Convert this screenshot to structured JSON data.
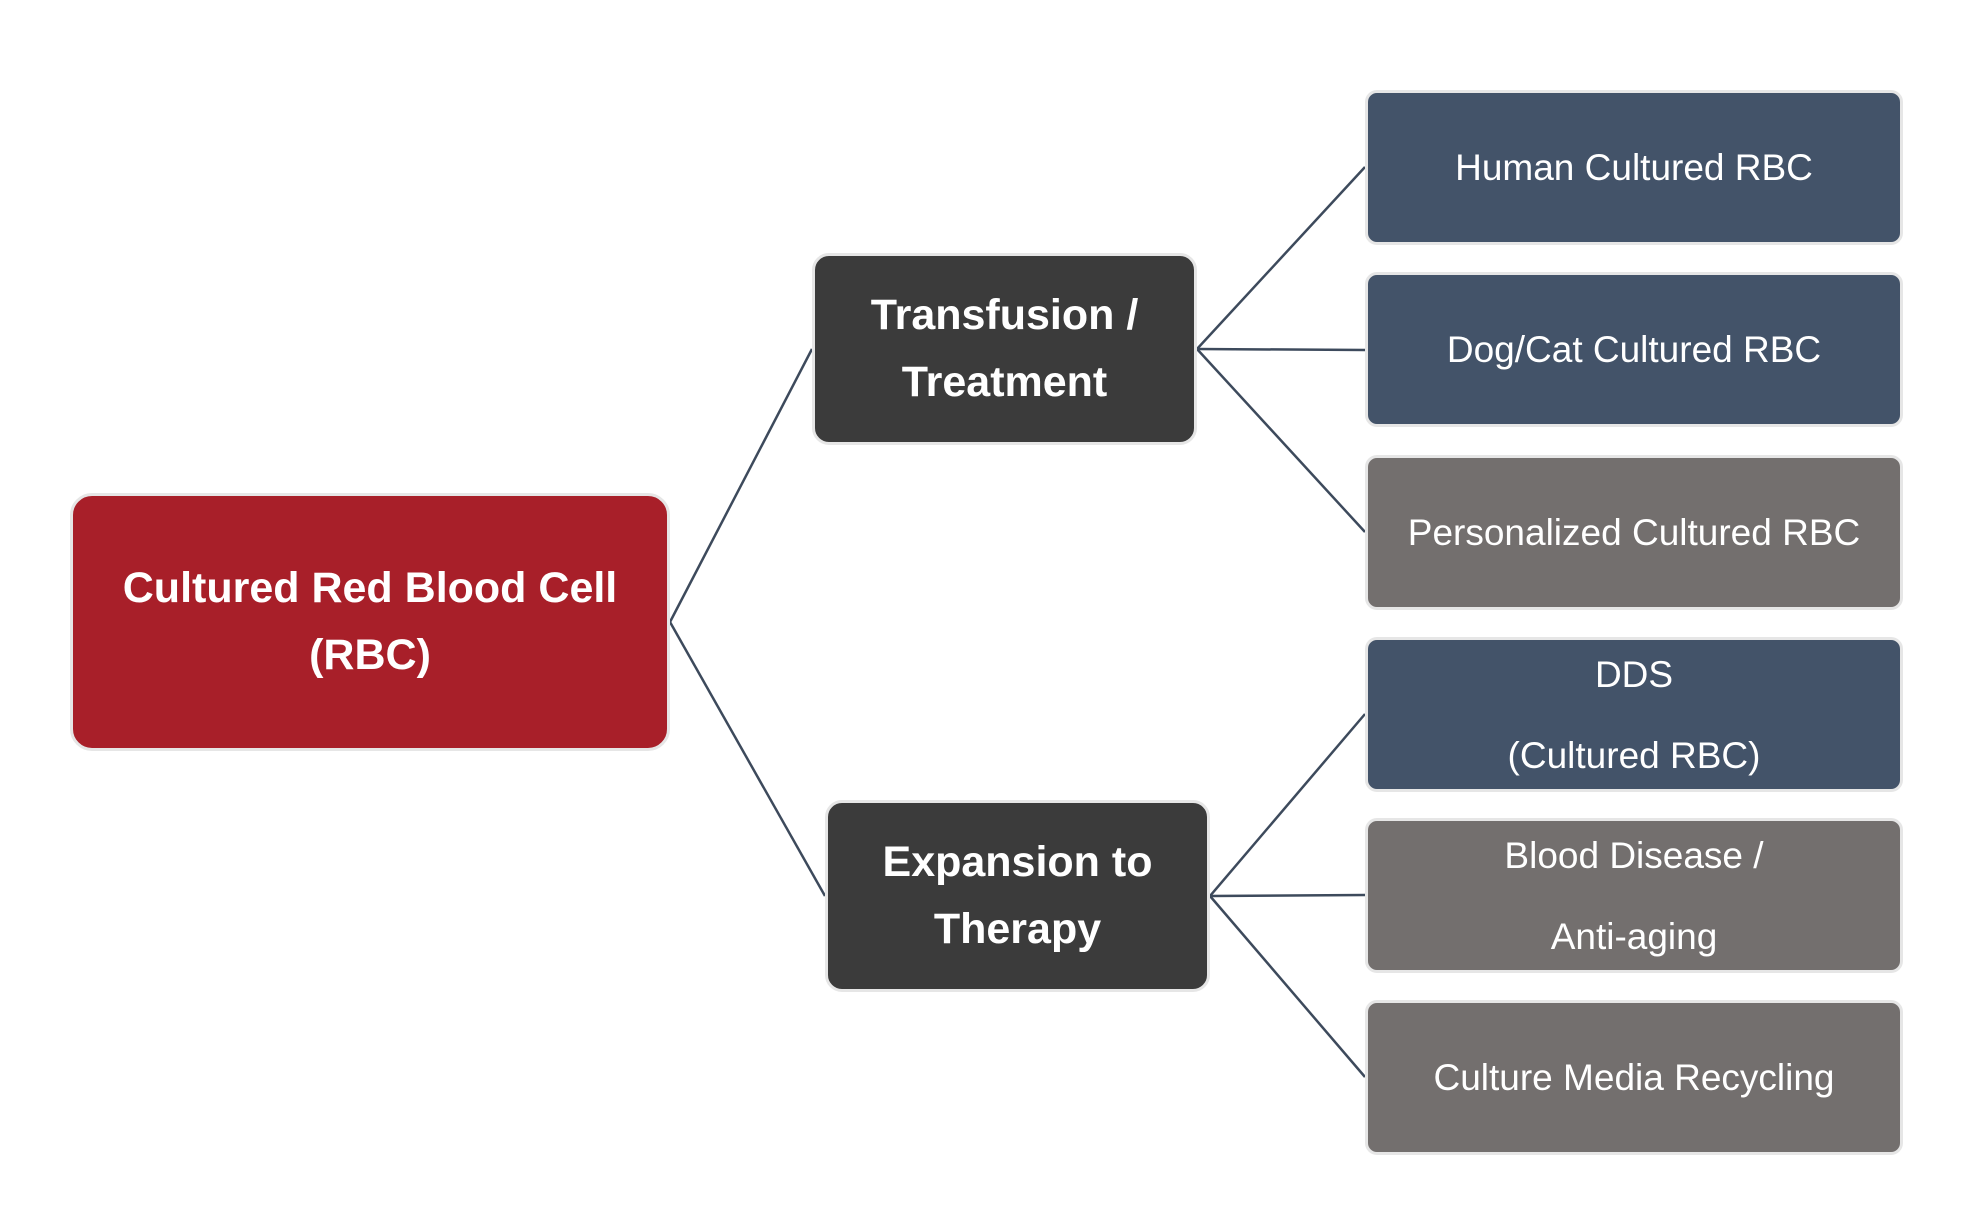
{
  "colors": {
    "root": "#a81f29",
    "level1": "#3b3b3b",
    "leaf_blue": "#435369",
    "leaf_gray": "#736f6e",
    "connector": "#3d4a5c"
  },
  "root": {
    "lines": [
      "Cultured Red Blood Cell",
      "(RBC)"
    ]
  },
  "branches": [
    {
      "lines": [
        "Transfusion /",
        "Treatment"
      ],
      "leaves": [
        {
          "lines": [
            "Human Cultured RBC"
          ],
          "color": "blue"
        },
        {
          "lines": [
            "Dog/Cat Cultured RBC"
          ],
          "color": "blue"
        },
        {
          "lines": [
            "Personalized Cultured RBC"
          ],
          "color": "gray"
        }
      ]
    },
    {
      "lines": [
        "Expansion to",
        "Therapy"
      ],
      "leaves": [
        {
          "lines": [
            "DDS",
            "(Cultured RBC)"
          ],
          "color": "blue"
        },
        {
          "lines": [
            "Blood Disease /",
            "Anti-aging"
          ],
          "color": "gray"
        },
        {
          "lines": [
            "Culture Media Recycling"
          ],
          "color": "gray"
        }
      ]
    }
  ]
}
